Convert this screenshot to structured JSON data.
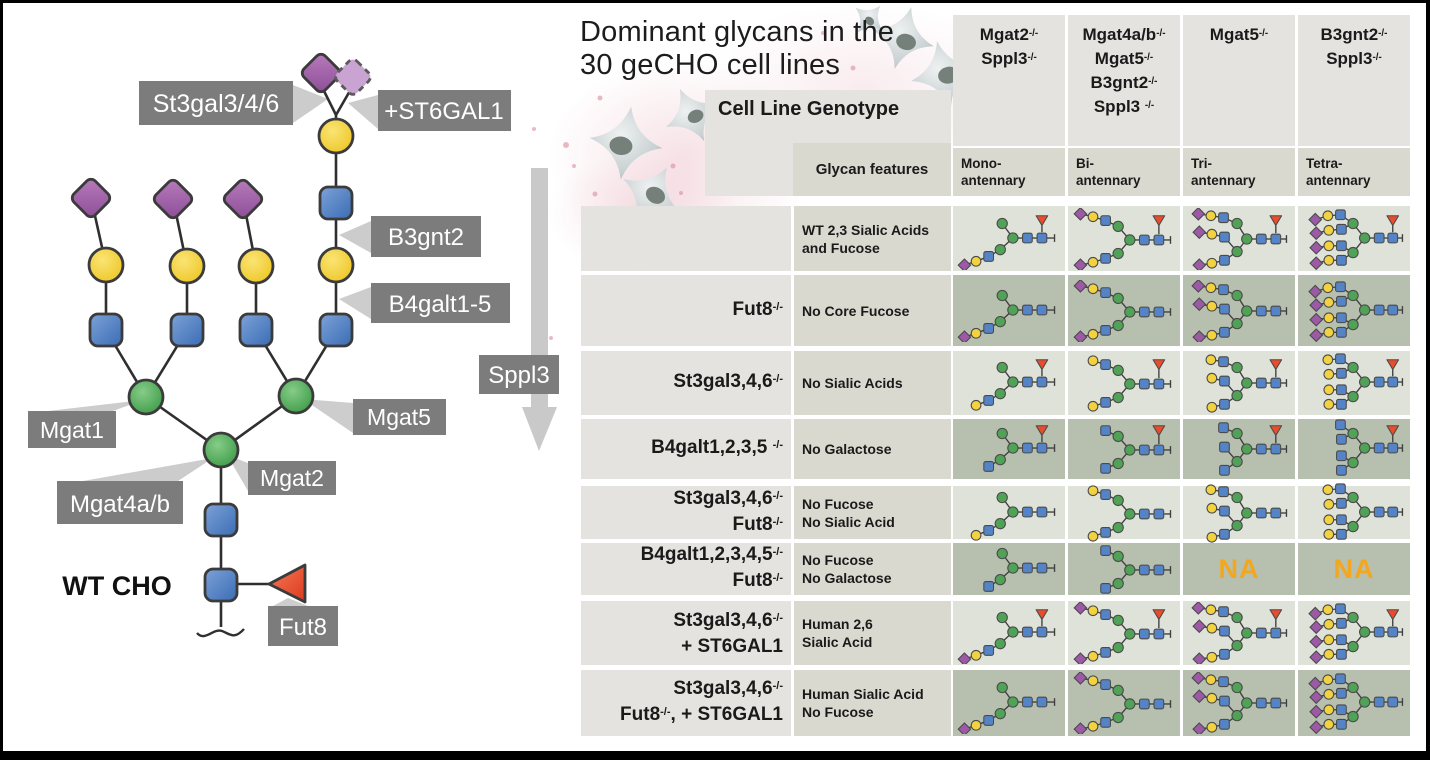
{
  "title": {
    "line1": "Dominant glycans in the",
    "line2": "30 geCHO cell lines"
  },
  "diagram": {
    "labels": {
      "st3gal": "St3gal3/4/6",
      "st6gal1": "+ST6GAL1",
      "b3gnt2": "B3gnt2",
      "b4galt": "B4galt1-5",
      "sppl3": "Sppl3",
      "mgat1": "Mgat1",
      "mgat4ab": "Mgat4a/b",
      "mgat2": "Mgat2",
      "mgat5": "Mgat5",
      "fut8": "Fut8",
      "wt_cho": "WT CHO"
    }
  },
  "legend": {
    "monosaccharides": {
      "sialic_acid": "#9c59a5",
      "sialic_acid_light": "#c9a3d1",
      "galactose": "#f2d23f",
      "glcnac": "#5584c6",
      "mannose": "#4fa256",
      "fucose": "#e94c2d"
    }
  },
  "colors": {
    "row_light": "#dfe2d8",
    "row_dark": "#b7bfae",
    "box_light": "#e4e3df",
    "box_mid": "#d9d9d0",
    "label_gray": "#7c7c7c",
    "na_text": "#f2a71f"
  },
  "table": {
    "corner_header": "Cell Line Genotype",
    "features_header": "Glycan features",
    "na_label": "NA",
    "columns": [
      {
        "id": "mono",
        "antennae": 1,
        "genotype_lines": [
          [
            [
              "Mgat2",
              false
            ],
            [
              "-/-",
              true
            ]
          ],
          [
            [
              "Sppl3",
              false
            ],
            [
              "-/-",
              true
            ]
          ]
        ],
        "antennary_lines": [
          "Mono-",
          "antennary"
        ]
      },
      {
        "id": "bi",
        "antennae": 2,
        "genotype_lines": [
          [
            [
              "Mgat4a/b",
              false
            ],
            [
              "-/-",
              true
            ]
          ],
          [
            [
              "Mgat5",
              false
            ],
            [
              "-/-",
              true
            ]
          ],
          [
            [
              "B3gnt2",
              false
            ],
            [
              "-/-",
              true
            ]
          ],
          [
            [
              "Sppl3 ",
              false
            ],
            [
              "-/-",
              true
            ]
          ]
        ],
        "antennary_lines": [
          "Bi-",
          "antennary"
        ]
      },
      {
        "id": "tri",
        "antennae": 3,
        "genotype_lines": [
          [
            [
              "Mgat5",
              false
            ],
            [
              "-/-",
              true
            ]
          ]
        ],
        "antennary_lines": [
          "Tri-",
          "antennary"
        ]
      },
      {
        "id": "tetra",
        "antennae": 4,
        "genotype_lines": [
          [
            [
              "B3gnt2",
              false
            ],
            [
              "-/-",
              true
            ]
          ],
          [
            [
              "Sppl3",
              false
            ],
            [
              "-/-",
              true
            ]
          ]
        ],
        "antennary_lines": [
          "Tetra-",
          "antennary"
        ]
      }
    ],
    "rows": [
      {
        "genotype_lines": [],
        "feature_lines": [
          "WT 2,3 Sialic Acids",
          "and Fucose"
        ],
        "glycan": {
          "sialic": true,
          "galactose": true,
          "fucose": true
        },
        "na_columns": [],
        "shade": "light"
      },
      {
        "genotype_lines": [
          [
            [
              "Fut8",
              false
            ],
            [
              "-/-",
              true
            ]
          ]
        ],
        "feature_lines": [
          "No Core Fucose"
        ],
        "glycan": {
          "sialic": true,
          "galactose": true,
          "fucose": false
        },
        "na_columns": [],
        "shade": "dark"
      },
      {
        "genotype_lines": [
          [
            [
              "St3gal3,4,6",
              false
            ],
            [
              "-/-",
              true
            ]
          ]
        ],
        "feature_lines": [
          "No Sialic Acids"
        ],
        "glycan": {
          "sialic": false,
          "galactose": true,
          "fucose": true
        },
        "na_columns": [],
        "shade": "light"
      },
      {
        "genotype_lines": [
          [
            [
              "B4galt1,2,3,5 ",
              false
            ],
            [
              "-/-",
              true
            ]
          ]
        ],
        "feature_lines": [
          "No Galactose"
        ],
        "glycan": {
          "sialic": false,
          "galactose": false,
          "fucose": true
        },
        "na_columns": [],
        "shade": "dark"
      },
      {
        "genotype_lines": [
          [
            [
              "St3gal3,4,6",
              false
            ],
            [
              "-/-",
              true
            ]
          ],
          [
            [
              "Fut8",
              false
            ],
            [
              "-/-",
              true
            ]
          ]
        ],
        "feature_lines": [
          "No Fucose",
          "No Sialic Acid"
        ],
        "glycan": {
          "sialic": false,
          "galactose": true,
          "fucose": false
        },
        "na_columns": [],
        "shade": "light"
      },
      {
        "genotype_lines": [
          [
            [
              "B4galt1,2,3,4,5",
              false
            ],
            [
              "-/-",
              true
            ]
          ],
          [
            [
              "Fut8",
              false
            ],
            [
              "-/-",
              true
            ]
          ]
        ],
        "feature_lines": [
          "No Fucose",
          "No Galactose"
        ],
        "glycan": {
          "sialic": false,
          "galactose": false,
          "fucose": false
        },
        "na_columns": [
          2,
          3
        ],
        "shade": "dark"
      },
      {
        "genotype_lines": [
          [
            [
              "St3gal3,4,6",
              false
            ],
            [
              "-/-",
              true
            ]
          ],
          [
            [
              "+ ST6GAL1",
              false
            ]
          ]
        ],
        "feature_lines": [
          "Human 2,6",
          "Sialic Acid"
        ],
        "glycan": {
          "sialic": true,
          "galactose": true,
          "fucose": true
        },
        "na_columns": [],
        "shade": "light"
      },
      {
        "genotype_lines": [
          [
            [
              "St3gal3,4,6",
              false
            ],
            [
              "-/-",
              true
            ]
          ],
          [
            [
              "Fut8",
              false
            ],
            [
              "-/-",
              true
            ],
            [
              ", + ST6GAL1",
              false
            ]
          ]
        ],
        "feature_lines": [
          "Human Sialic Acid",
          "No Fucose"
        ],
        "glycan": {
          "sialic": true,
          "galactose": true,
          "fucose": false
        },
        "na_columns": [],
        "shade": "dark"
      }
    ]
  }
}
